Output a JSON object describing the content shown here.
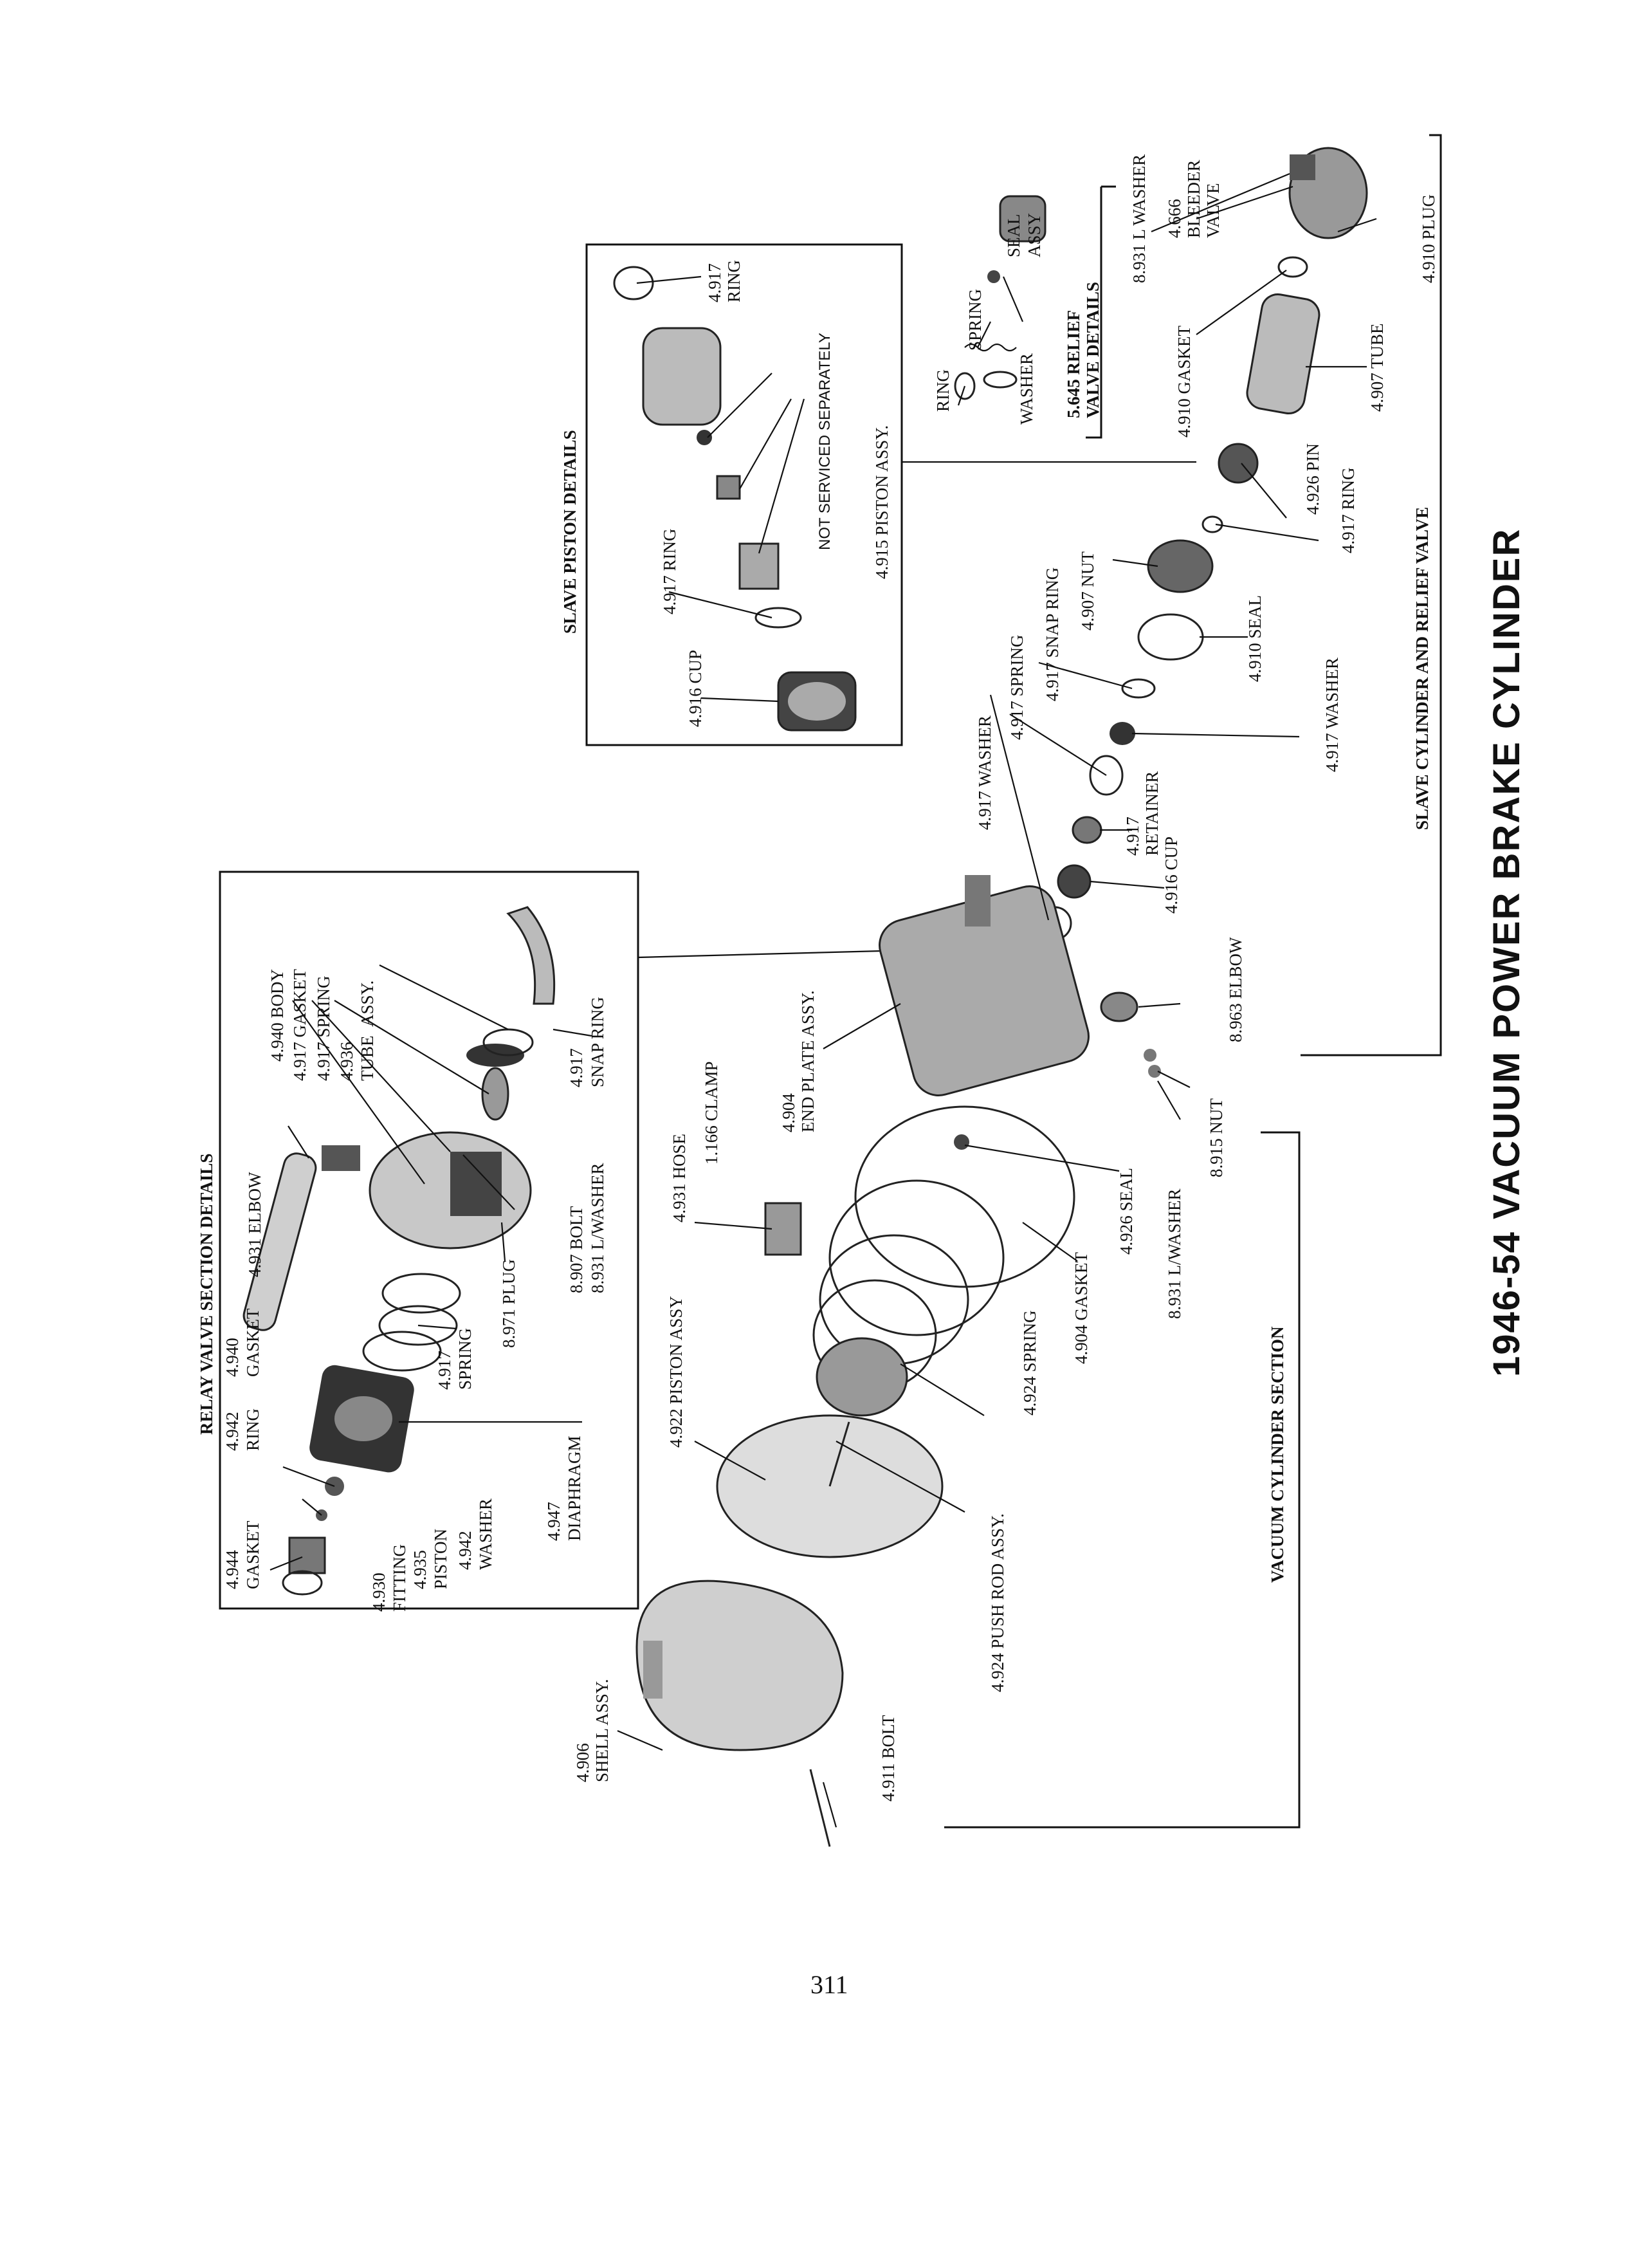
{
  "title": "1946-54 VACUUM POWER BRAKE CYLINDER",
  "page_number": "311",
  "sections": {
    "relay_valve": "RELAY VALVE SECTION DETAILS",
    "slave_piston": "SLAVE PISTON DETAILS",
    "relief_valve": "5.645 RELIEF VALVE DETAILS",
    "vacuum_cylinder": "VACUUM CYLINDER SECTION",
    "slave_cylinder": "SLAVE CYLINDER AND RELIEF VALVE"
  },
  "relay_labels": {
    "elbow": "4.931 ELBOW",
    "body": "4.940 BODY",
    "gasket_917": "4.917 GASKET",
    "spring_917": "4.917 SPRING",
    "tube_assy": "4.936 TUBE ASSY.",
    "snap_ring": "4.917 SNAP RING",
    "bolt_washer": "8.907 BOLT 8.931 L/WASHER",
    "plug": "8.971 PLUG",
    "spring_small": "4.917 SPRING",
    "ring_942": "4.942 RING",
    "gasket_940": "4.940 GASKET",
    "diaphragm": "4.947 DIAPHRAGM",
    "gasket_944": "4.944 GASKET",
    "fitting": "4.930 FITTING",
    "piston_935": "4.935 PISTON",
    "washer_942": "4.942 WASHER"
  },
  "slave_piston_labels": {
    "ring_top": "4.917 RING",
    "ring_mid": "4.917 RING",
    "cup": "4.916 CUP",
    "not_serviced": "NOT SERVICED SEPARATELY",
    "piston_assy": "4.915 PISTON ASSY."
  },
  "relief_labels": {
    "ring": "RING",
    "spring": "SPRING",
    "seal_assy": "SEAL ASSY",
    "washer": "WASHER"
  },
  "slave_cylinder_labels": {
    "l_washer": "8.931 L WASHER",
    "bleeder": "4.666 BLEEDER VALVE",
    "plug": "4.910 PLUG",
    "gasket": "4.910 GASKET",
    "tube": "4.907 TUBE",
    "pin": "4.926 PIN",
    "ring": "4.917 RING",
    "nut": "4.907 NUT",
    "snap_ring": "4.917 SNAP RING",
    "seal": "4.910 SEAL",
    "spring": "4.917 SPRING",
    "washer_a": "4.917 WASHER",
    "washer_b": "4.917 WASHER",
    "retainer": "4.917 RETAINER",
    "cup": "4.916 CUP",
    "elbow": "8.963 ELBOW",
    "nut_915": "8.915 NUT",
    "l_washer_931": "8.931 L/WASHER",
    "seal_926": "4.926 SEAL",
    "end_plate": "4.904 END PLATE ASSY.",
    "gasket_904": "4.904 GASKET"
  },
  "vacuum_labels": {
    "hose": "4.931 HOSE",
    "clamp": "1.166 CLAMP",
    "piston_assy": "4.922 PISTON ASSY",
    "spring": "4.924 SPRING",
    "push_rod": "4.924 PUSH ROD ASSY.",
    "shell": "4.906 SHELL ASSY.",
    "bolt": "4.911 BOLT"
  }
}
